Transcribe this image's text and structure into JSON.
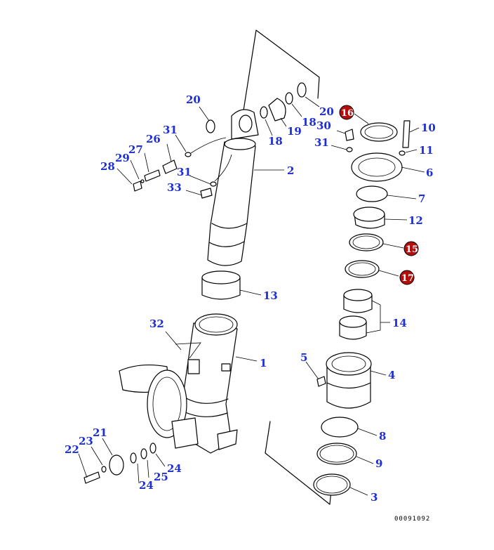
{
  "drawing_code": "00091092",
  "colors": {
    "label": "#1e2fd6",
    "highlight": "#b30f0f",
    "lines": "#000000"
  },
  "labels": [
    "20",
    "31",
    "26",
    "27",
    "29",
    "28",
    "31",
    "33",
    "2",
    "18",
    "19",
    "18",
    "20",
    "16",
    "30",
    "31",
    "10",
    "11",
    "6",
    "7",
    "12",
    "15",
    "17",
    "13",
    "14",
    "32",
    "1",
    "5",
    "4",
    "8",
    "9",
    "3",
    "21",
    "23",
    "22",
    "24",
    "25",
    "24"
  ],
  "highlighted_parts": [
    "16",
    "15",
    "17"
  ]
}
